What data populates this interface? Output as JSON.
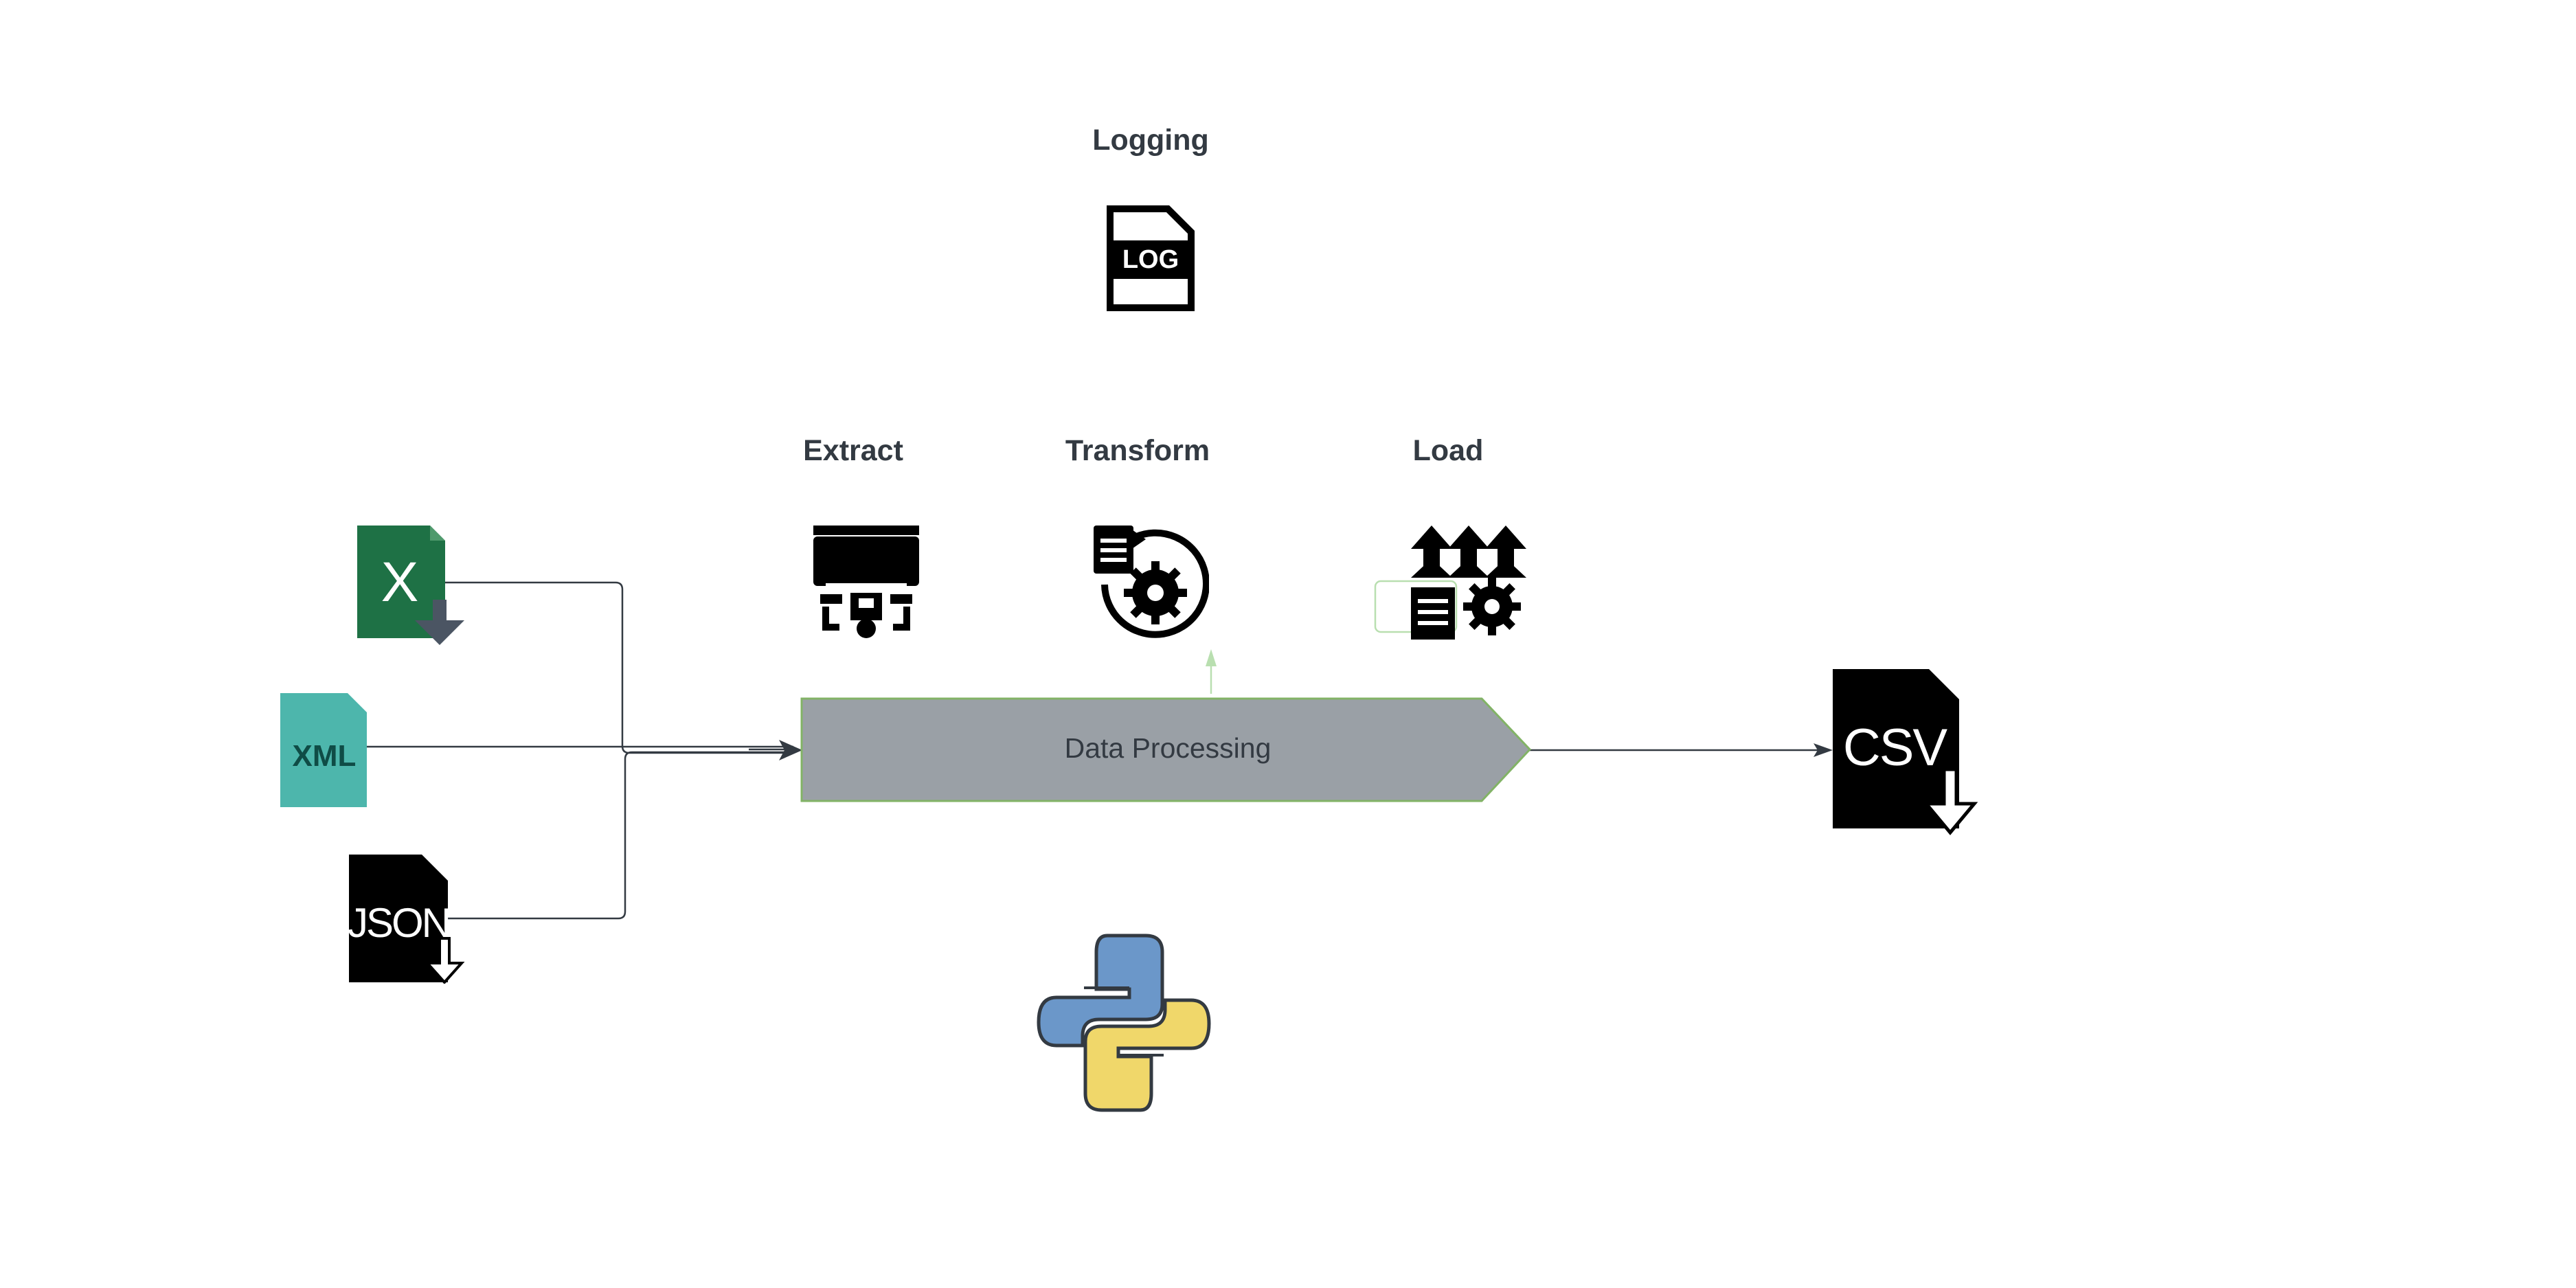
{
  "stages": {
    "logging": "Logging",
    "extract": "Extract",
    "transform": "Transform",
    "load": "Load"
  },
  "process": {
    "label": "Data Processing",
    "fill": "#9aa0a6",
    "border": "#82b366"
  },
  "sources": {
    "excel_badge": "X",
    "xml_badge": "XML",
    "json_badge": "JSON"
  },
  "outputs": {
    "log_badge": "LOG",
    "csv_badge": "CSV"
  },
  "colors": {
    "excel": "#1e7145",
    "xml": "#4db6ac",
    "dark": "#000000",
    "arrow": "#333a42",
    "python_blue": "#6b97c9",
    "python_yellow": "#f0d76a"
  },
  "icons": [
    "excel-file-download-icon",
    "xml-file-icon",
    "json-file-download-icon",
    "log-file-icon",
    "server-extract-icon",
    "transform-cycle-icon",
    "load-upload-gear-icon",
    "csv-file-download-icon",
    "python-logo-icon"
  ]
}
